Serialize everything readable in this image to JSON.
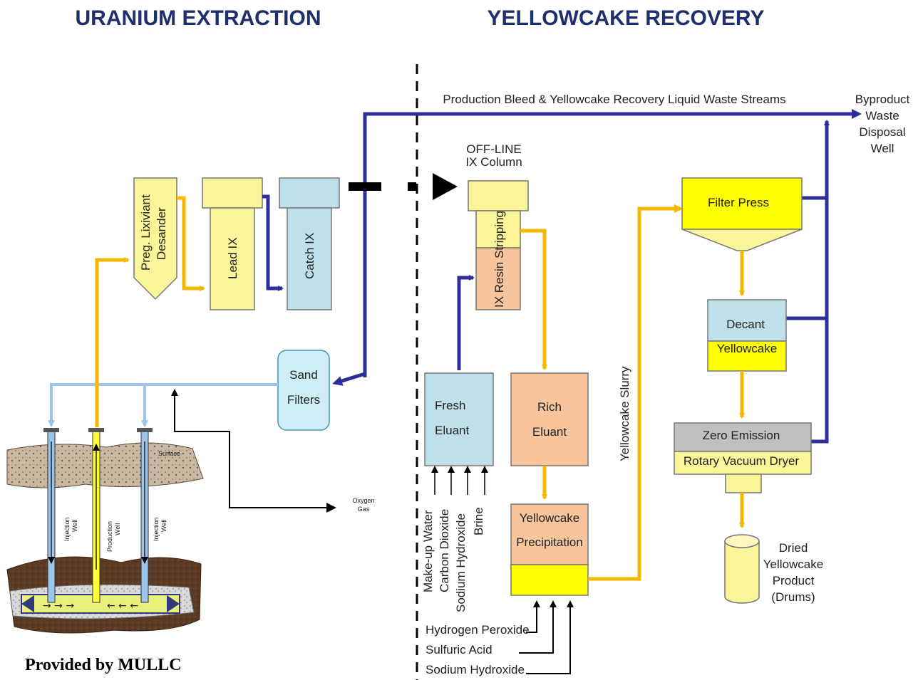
{
  "headers": {
    "left": "URANIUM EXTRACTION",
    "right": "YELLOWCAKE RECOVERY"
  },
  "waste_stream_label": "Production Bleed & Yellowcake Recovery Liquid Waste Streams",
  "byproduct_well": [
    "Byproduct",
    "Waste",
    "Disposal",
    "Well"
  ],
  "offline_column": [
    "OFF-LINE",
    "IX Column"
  ],
  "units": {
    "desander": [
      "Preg. Lixiviant",
      "Desander"
    ],
    "lead_ix": "Lead IX",
    "catch_ix": "Catch IX",
    "ix_stripping": "IX Resin Stripping",
    "sand_filters": [
      "Sand",
      "Filters"
    ],
    "fresh_eluant": [
      "Fresh",
      "Eluant"
    ],
    "rich_eluant": [
      "Rich",
      "Eluant"
    ],
    "precipitation": [
      "Yellowcake",
      "Precipitation"
    ],
    "filter_press": "Filter Press",
    "decant": "Decant",
    "decant_yellowcake": "Yellowcake",
    "zero_emission": "Zero Emission",
    "rotary_dryer": "Rotary Vacuum Dryer",
    "dried_product": [
      "Dried",
      "Yellowcake",
      "Product",
      "(Drums)"
    ]
  },
  "yellowcake_slurry": "Yellowcake Slurry",
  "eluant_inputs": [
    "Make-up Water",
    "Carbon Dioxide",
    "Sodium Hydroxide",
    "Brine"
  ],
  "precip_inputs": [
    "Hydrogen Peroxide",
    "Sulfuric Acid",
    "Sodium Hydroxide"
  ],
  "wellfield": {
    "surface": "Surface",
    "oxygen": [
      "Oxygen",
      "Gas"
    ],
    "injection_well": [
      "Injection",
      "Well"
    ],
    "production_well": [
      "Production",
      "Well"
    ]
  },
  "credit": "Provided by MULLC",
  "colors": {
    "header": "#1f2f6e",
    "flow_blue": "#2e2e9a",
    "flow_yellow": "#f5b800",
    "flow_lightblue": "#9cc5ea",
    "box_yellow_pale": "#fbf59a",
    "box_blue_pale": "#bfe0ea",
    "box_orange_pale": "#f7c49b",
    "box_yellow": "#ffff00",
    "box_gray": "#bfbfbf"
  }
}
